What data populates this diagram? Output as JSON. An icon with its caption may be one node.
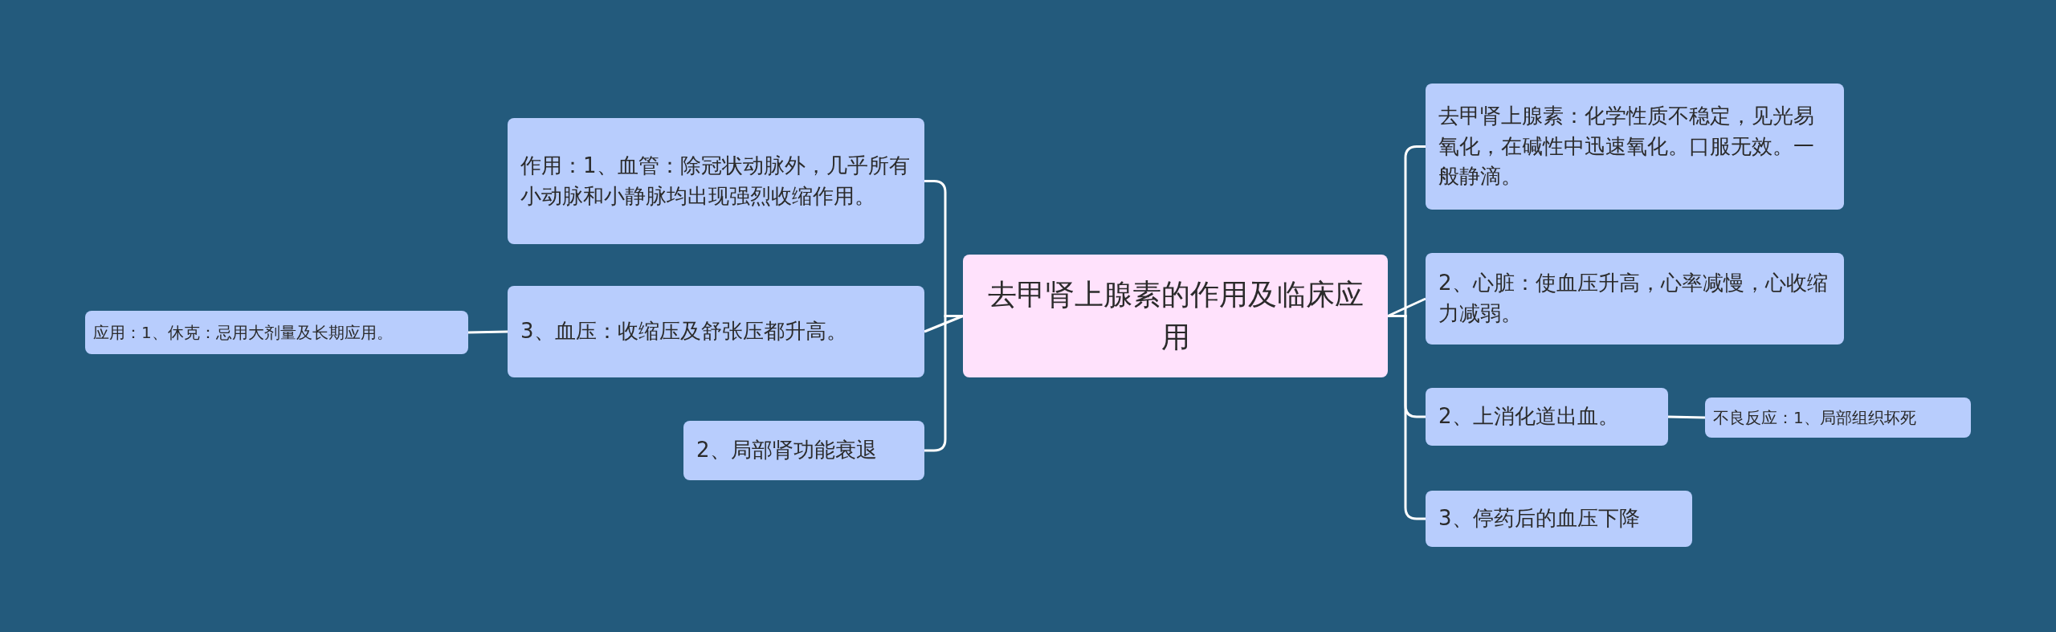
{
  "diagram": {
    "nodes": [
      {
        "text": [
          "去甲肾上腺素的作用及临床应用"
        ]
      },
      {
        "text": [
          "作用：1、血管：除冠状动脉外，几乎所有小动脉和小静脉均出现强烈收缩作用。"
        ]
      },
      {
        "text": [
          "3、血压：收缩压及舒张压都升高。"
        ]
      },
      {
        "text": [
          "应用：1、休克：忌用大剂量及长期应用。"
        ]
      },
      {
        "text": [
          "2、局部肾功能衰退"
        ]
      },
      {
        "text": [
          "去甲肾上腺素：化学性质不稳定，见光易氧化，在碱性中迅速氧化。口服无效。一般静滴。"
        ]
      },
      {
        "text": [
          "2、心脏：使血压升高，心率减慢，心收缩力减弱。"
        ]
      },
      {
        "text": [
          "2、上消化道出血。"
        ]
      },
      {
        "text": [
          "不良反应：1、局部组织坏死"
        ]
      },
      {
        "text": [
          "3、停药后的血压下降"
        ]
      }
    ],
    "edges": [
      {
        "from": 0,
        "to": 1,
        "arrow": "none"
      },
      {
        "from": 0,
        "to": 2,
        "arrow": "none"
      },
      {
        "from": 0,
        "to": 4,
        "arrow": "none"
      },
      {
        "from": 2,
        "to": 3,
        "arrow": "none"
      },
      {
        "from": 0,
        "to": 5,
        "arrow": "none"
      },
      {
        "from": 0,
        "to": 6,
        "arrow": "none"
      },
      {
        "from": 0,
        "to": 7,
        "arrow": "none"
      },
      {
        "from": 7,
        "to": 8,
        "arrow": "none"
      },
      {
        "from": 0,
        "to": 9,
        "arrow": "none"
      }
    ]
  }
}
